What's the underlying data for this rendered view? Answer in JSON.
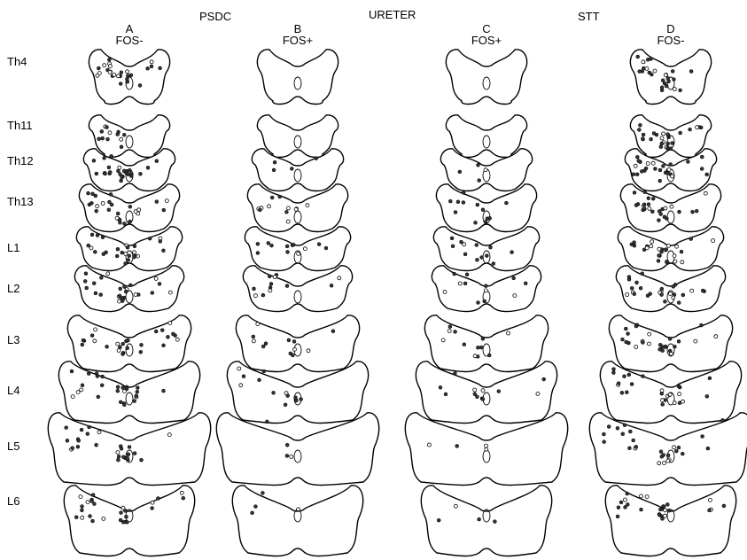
{
  "headers": {
    "group_psdc": "PSDC",
    "group_ureter": "URETER",
    "group_stt": "STT"
  },
  "columns": [
    {
      "letter": "A",
      "fos": "FOS-"
    },
    {
      "letter": "B",
      "fos": "FOS+"
    },
    {
      "letter": "C",
      "fos": "FOS+"
    },
    {
      "letter": "D",
      "fos": "FOS-"
    }
  ],
  "levels": [
    "Th4",
    "Th11",
    "Th12",
    "Th13",
    "L1",
    "L2",
    "L3",
    "L4",
    "L5",
    "L6"
  ],
  "labeling_density": {
    "note_levels_order": "Th4,Th11,Th12,Th13,L1,L2,L3,L4,L5,L6",
    "A": [
      3,
      2,
      3,
      3,
      3,
      3,
      3,
      3,
      3,
      3
    ],
    "B": [
      0,
      0,
      1,
      2,
      2,
      2,
      2,
      2,
      1,
      1
    ],
    "C": [
      0,
      0,
      1,
      2,
      2,
      2,
      2,
      2,
      1,
      1
    ],
    "D": [
      3,
      3,
      3,
      3,
      3,
      3,
      3,
      3,
      3,
      3
    ]
  }
}
